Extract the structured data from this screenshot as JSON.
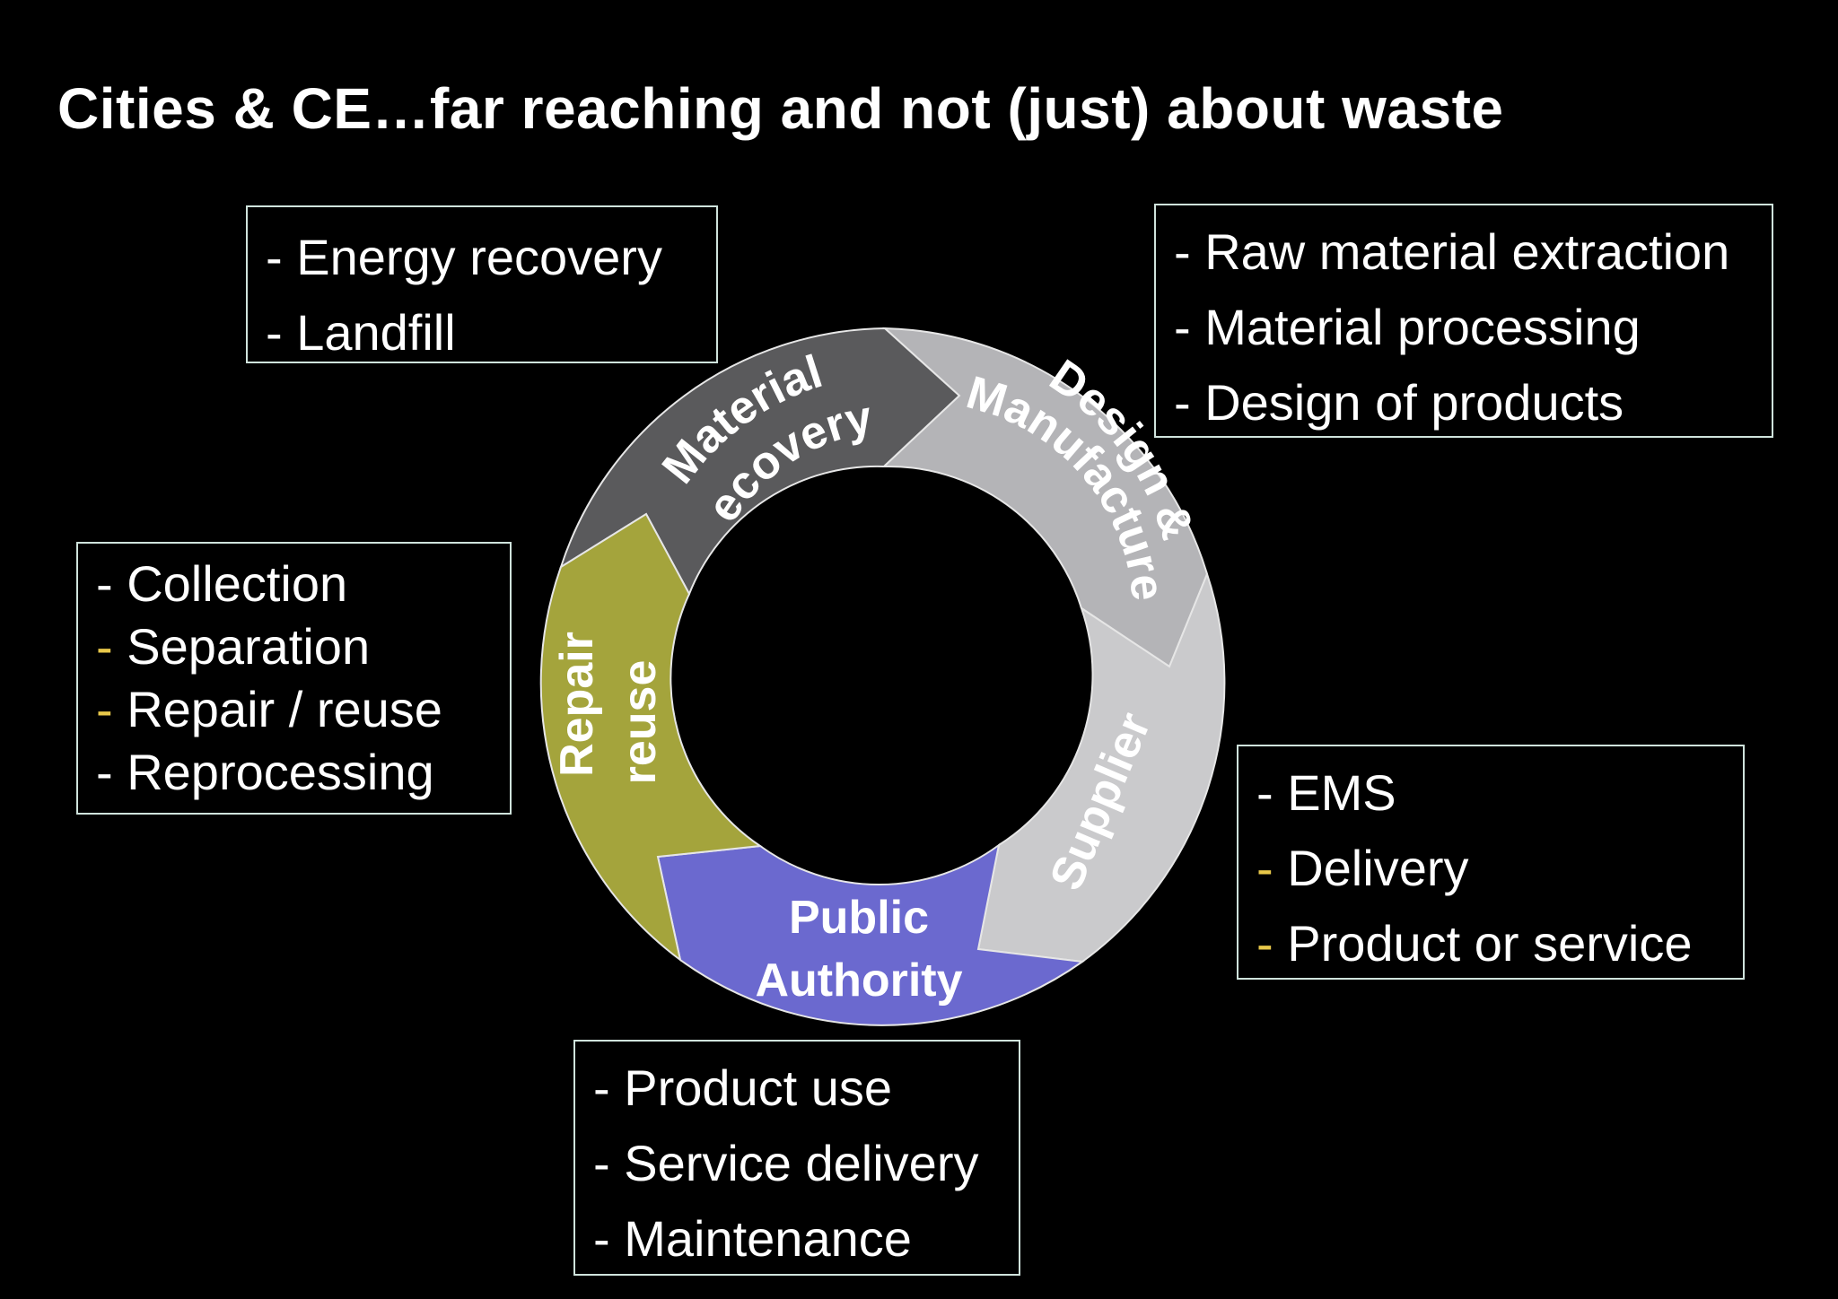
{
  "title": "Cities & CE…far reaching and not (just) about waste",
  "colors": {
    "material_recovery": "#5a5a5c",
    "design_manufacture": "#b4b4b7",
    "supplier": "#cacacc",
    "public_authority": "#6b69cf",
    "repair_reuse": "#a4a43c",
    "dash_highlight": "#e8c84a",
    "box_border": "#cfe3dc"
  },
  "segments": {
    "material_recovery": {
      "line1": "Material",
      "line2": "recovery"
    },
    "design_manufacture": {
      "line1": "Design &",
      "line2": "Manufacture"
    },
    "supplier": {
      "line1": "Supplier"
    },
    "public_authority": {
      "line1": "Public",
      "line2": "Authority"
    },
    "repair_reuse": {
      "line1": "Repair",
      "line2": "reuse"
    }
  },
  "boxes": {
    "energy": {
      "items": [
        {
          "dash": "-",
          "text": "Energy recovery",
          "highlight": false
        },
        {
          "dash": "-",
          "text": "Landfill",
          "highlight": false
        }
      ]
    },
    "raw": {
      "items": [
        {
          "dash": "-",
          "text": "Raw material extraction",
          "highlight": false
        },
        {
          "dash": "-",
          "text": "Material processing",
          "highlight": false
        },
        {
          "dash": "-",
          "text": "Design of products",
          "highlight": false
        }
      ]
    },
    "collection": {
      "items": [
        {
          "dash": "-",
          "text": "Collection",
          "highlight": false
        },
        {
          "dash": "-",
          "text": "Separation",
          "highlight": true
        },
        {
          "dash": "-",
          "text": "Repair / reuse",
          "highlight": true
        },
        {
          "dash": "-",
          "text": "Reprocessing",
          "highlight": false
        }
      ]
    },
    "ems": {
      "items": [
        {
          "dash": "-",
          "text": "EMS",
          "highlight": false
        },
        {
          "dash": "-",
          "text": "Delivery",
          "highlight": true
        },
        {
          "dash": "-",
          "text": "Product or service",
          "highlight": true
        }
      ]
    },
    "product": {
      "items": [
        {
          "dash": "-",
          "text": "Product use",
          "highlight": false
        },
        {
          "dash": "-",
          "text": "Service delivery",
          "highlight": false
        },
        {
          "dash": "-",
          "text": "Maintenance",
          "highlight": false
        }
      ]
    }
  }
}
